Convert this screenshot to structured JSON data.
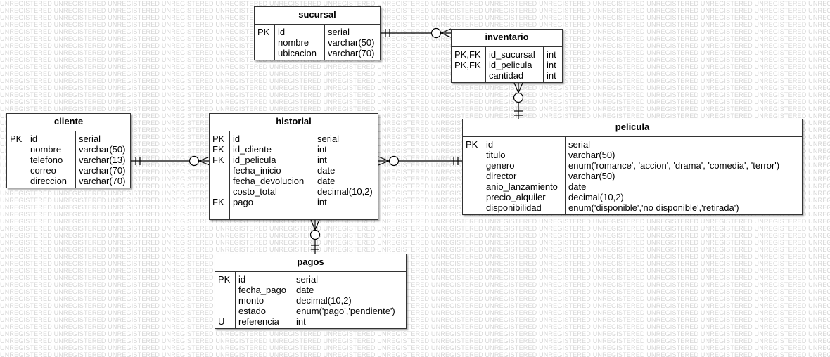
{
  "watermark_text": "UNREGISTERED",
  "tables": {
    "sucursal": {
      "title": "sucursal",
      "keys": [
        "PK",
        "",
        ""
      ],
      "fields": [
        "id",
        "nombre",
        "ubicacion"
      ],
      "types": [
        "serial",
        "varchar(50)",
        "varchar(70)"
      ]
    },
    "inventario": {
      "title": "inventario",
      "keys": [
        "PK,FK",
        "PK,FK",
        ""
      ],
      "fields": [
        "id_sucursal",
        "id_pelicula",
        "cantidad"
      ],
      "types": [
        "int",
        "int",
        "int"
      ]
    },
    "cliente": {
      "title": "cliente",
      "keys": [
        "PK",
        "",
        "",
        "",
        ""
      ],
      "fields": [
        "id",
        "nombre",
        "telefono",
        "correo",
        "direccion"
      ],
      "types": [
        "serial",
        "varchar(50)",
        "varchar(13)",
        "varchar(70)",
        "varchar(70)"
      ]
    },
    "historial": {
      "title": "historial",
      "keys": [
        "PK",
        "FK",
        "FK",
        "",
        "",
        "",
        "FK"
      ],
      "fields": [
        "id",
        "id_cliente",
        "id_pelicula",
        "fecha_inicio",
        "fecha_devolucion",
        "costo_total",
        "pago"
      ],
      "types": [
        "serial",
        "int",
        "int",
        "date",
        "date",
        "decimal(10,2)",
        "int"
      ]
    },
    "pelicula": {
      "title": "pelicula",
      "keys": [
        "PK",
        "",
        "",
        "",
        "",
        "",
        ""
      ],
      "fields": [
        "id",
        "titulo",
        "genero",
        "director",
        "anio_lanzamiento",
        "precio_alquiler",
        "disponibilidad"
      ],
      "types": [
        "serial",
        "varchar(50)",
        "enum('romance', 'accion', 'drama', 'comedia', 'terror')",
        "varchar(50)",
        "date",
        "decimal(10,2)",
        "enum('disponible','no disponible','retirada')"
      ]
    },
    "pagos": {
      "title": "pagos",
      "keys": [
        "PK",
        "",
        "",
        "",
        "U"
      ],
      "fields": [
        "id",
        "fecha_pago",
        "monto",
        "estado",
        "referencia"
      ],
      "types": [
        "serial",
        "date",
        "decimal(10,2)",
        "enum('pago','pendiente')",
        "int"
      ]
    }
  },
  "relationships": [
    {
      "from": "sucursal",
      "to": "inventario",
      "from_end": "one-and-only-one",
      "to_end": "zero-or-many"
    },
    {
      "from": "pelicula",
      "to": "inventario",
      "from_end": "one-and-only-one",
      "to_end": "zero-or-many"
    },
    {
      "from": "cliente",
      "to": "historial",
      "from_end": "one-and-only-one",
      "to_end": "zero-or-many"
    },
    {
      "from": "pelicula",
      "to": "historial",
      "from_end": "one-and-only-one",
      "to_end": "zero-or-many"
    },
    {
      "from": "pagos",
      "to": "historial",
      "from_end": "one-and-only-one",
      "to_end": "zero-or-many"
    }
  ]
}
